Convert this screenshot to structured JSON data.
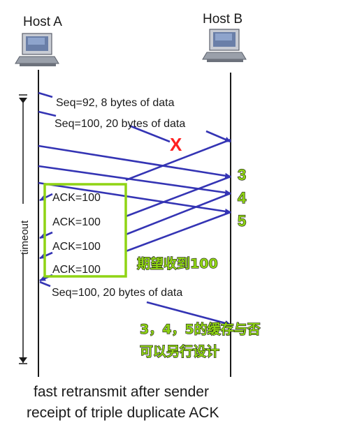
{
  "hosts": {
    "a": "Host A",
    "b": "Host B"
  },
  "segments": {
    "seq1": "Seq=92, 8 bytes of data",
    "seq2": "Seq=100, 20 bytes of data",
    "retransmit": "Seq=100, 20 bytes of data"
  },
  "acks": [
    "ACK=100",
    "ACK=100",
    "ACK=100",
    "ACK=100"
  ],
  "loss_marker": "X",
  "duplicate_counts": [
    "3",
    "4",
    "5"
  ],
  "timeout_label": "timeout",
  "annotations": {
    "expect": "期望收到100",
    "buffer_line1": "3，4，5的缓存与否",
    "buffer_line2": "可以另行设计"
  },
  "caption": {
    "line1": "fast retransmit after sender",
    "line2": "receipt of triple duplicate ACK"
  },
  "colors": {
    "arrow": "#3434b4",
    "highlight": "#8fd414",
    "loss": "#ff2020"
  }
}
